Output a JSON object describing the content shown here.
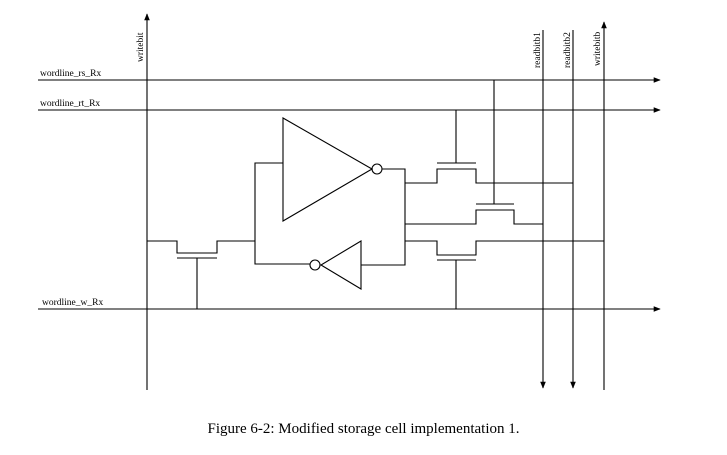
{
  "signals": {
    "wordline_rs": "wordline_rs_Rx",
    "wordline_rt": "wordline_rt_Rx",
    "wordline_w": "wordline_w_Rx",
    "writebit": "writebit",
    "readbitb1": "readbitb1",
    "readbitb2": "readbitb2",
    "writebitb": "writebitb"
  },
  "caption": "Figure 6-2: Modified storage cell implementation 1."
}
